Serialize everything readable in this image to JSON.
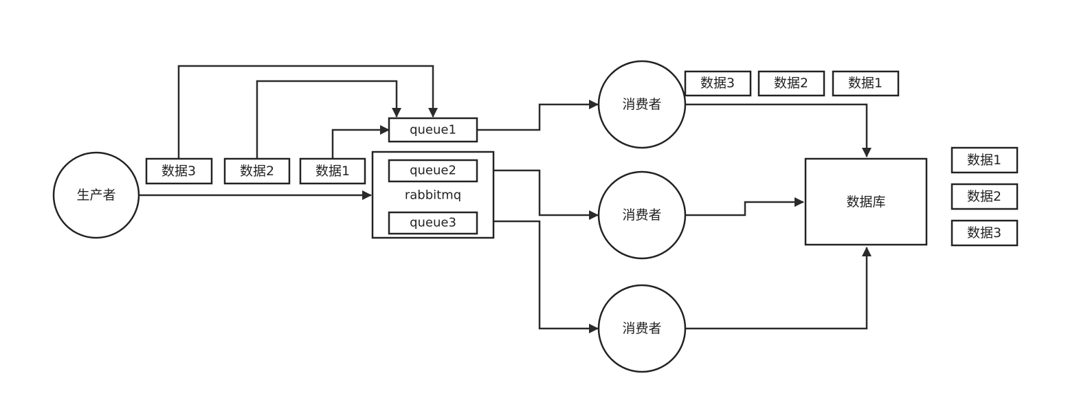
{
  "producer": {
    "label": "生产者"
  },
  "broker": {
    "label": "rabbitmq"
  },
  "queues": [
    {
      "label": "queue1"
    },
    {
      "label": "queue2"
    },
    {
      "label": "queue3"
    }
  ],
  "consumers": [
    {
      "label": "消费者"
    },
    {
      "label": "消费者"
    },
    {
      "label": "消费者"
    }
  ],
  "database": {
    "label": "数据库"
  },
  "producer_messages": [
    {
      "label": "数据3"
    },
    {
      "label": "数据2"
    },
    {
      "label": "数据1"
    }
  ],
  "consumer_messages": [
    {
      "label": "数据3"
    },
    {
      "label": "数据2"
    },
    {
      "label": "数据1"
    }
  ],
  "stored_messages": [
    {
      "label": "数据1"
    },
    {
      "label": "数据2"
    },
    {
      "label": "数据3"
    }
  ],
  "colors": {
    "stroke": "#222222",
    "background": "#ffffff"
  }
}
